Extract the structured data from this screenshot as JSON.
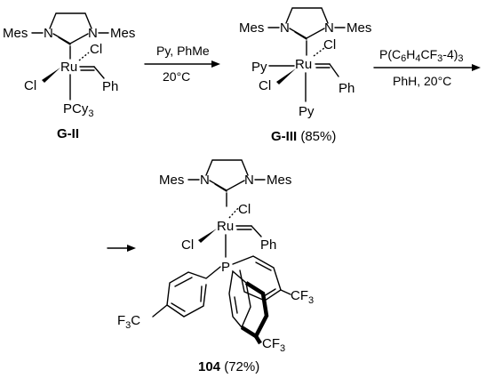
{
  "scheme": {
    "substituents": {
      "mes": "Mes",
      "n": "N",
      "cl": "Cl",
      "ru": "Ru",
      "ph": "Ph",
      "py": "Py",
      "p": "P",
      "pcy3_main": "PCy",
      "pcy3_sub": "3",
      "cf3_f": "F",
      "cf3_main_c": "CF",
      "cf3_sub": "3",
      "f3c_main": "F",
      "f3c_sub": "3",
      "f3c_c": "C"
    },
    "compounds": [
      {
        "id": "G-II",
        "label_bold": "G-II",
        "yield": ""
      },
      {
        "id": "G-III",
        "label_bold": "G-III",
        "yield": " (85%)"
      },
      {
        "id": "104",
        "label_bold": "104",
        "yield": " (72%)"
      }
    ],
    "arrows": [
      {
        "above": "Py, PhMe",
        "below": "20°C"
      },
      {
        "above_main": "P(C",
        "above_s1": "6",
        "above_m2": "H",
        "above_s2": "4",
        "above_m3": "CF",
        "above_s3": "3",
        "above_m4": "-4)",
        "above_s4": "3",
        "below": "PhH, 20°C"
      }
    ]
  }
}
